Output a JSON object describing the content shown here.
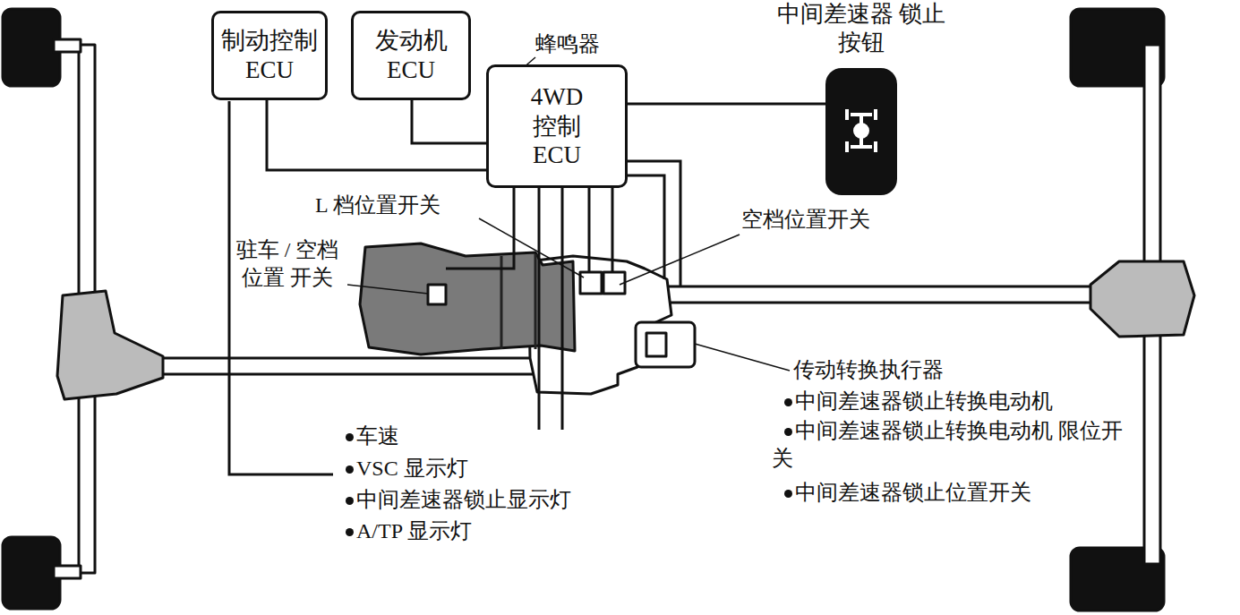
{
  "diagram": {
    "nodes": [
      {
        "text": [
          "制动控制 ECU"
        ]
      },
      {
        "text": [
          "发动机 ECU"
        ]
      },
      {
        "text": [
          "4WD 控制 ECU"
        ]
      },
      {
        "text": [
          "中间差速器 锁止按钮"
        ]
      }
    ],
    "edges": [
      {
        "from": 0,
        "to": 2,
        "arrow": "none"
      },
      {
        "from": 1,
        "to": 2,
        "arrow": "none"
      },
      {
        "from": 2,
        "to": 3,
        "arrow": "none"
      }
    ],
    "labels": [
      "蜂鸣器",
      "L 档位置开关",
      "空档位置开关",
      "驻车 / 空档位置 开关",
      "传动转换执行器",
      "中间差速器锁止转换电动机",
      "中间差速器锁止转换电动机 限位开关",
      "中间差速器锁止位置开关",
      "车速",
      "VSC 显示灯",
      "中间差速器锁止显示灯",
      "A/TP 显示灯"
    ]
  }
}
